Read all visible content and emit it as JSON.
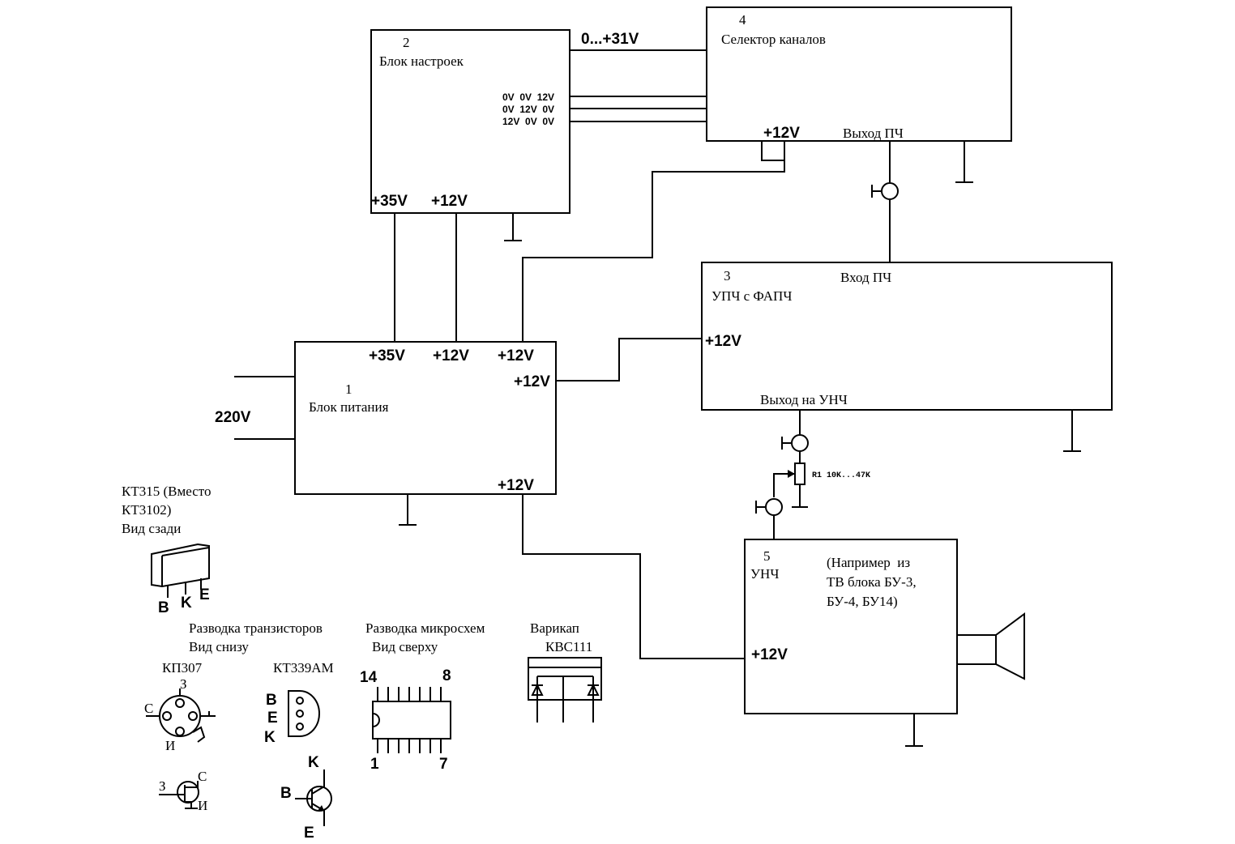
{
  "blocks": {
    "b1": {
      "num": "1",
      "title": "Блок питания",
      "v35": "+35V",
      "v12a": "+12V",
      "v12b": "+12V",
      "v12c": "+12V",
      "v12d": "+12V"
    },
    "b2": {
      "num": "2",
      "title": "Блок настроек",
      "v35": "+35V",
      "v12": "+12V",
      "row1": "0V  0V  12V",
      "row2": "0V  12V  0V",
      "row3": "12V  0V  0V"
    },
    "b3": {
      "num": "3",
      "title": "УПЧ с ФАПЧ",
      "input": "Вход ПЧ",
      "v12": "+12V",
      "output": "Выход на УНЧ"
    },
    "b4": {
      "num": "4",
      "title": "Селектор каналов",
      "v12": "+12V",
      "output": "Выход ПЧ"
    },
    "b5": {
      "num": "5",
      "title": "УНЧ",
      "note1": "(Например  из",
      "note2": "ТВ блока БУ-3,",
      "note3": "БУ-4, БУ14)",
      "v12": "+12V"
    }
  },
  "labels": {
    "tune_voltage": "0...+31V",
    "mains": "220V",
    "resistor": "R1 10K...47K"
  },
  "kt315": {
    "line1": "КТ315 (Вместо",
    "line2": "КТ3102)",
    "line3": "Вид сзади",
    "pin_b": "B",
    "pin_k": "K",
    "pin_e": "E"
  },
  "pinout_transistors": {
    "line1": "Разводка транзисторов",
    "line2": "Вид снизу"
  },
  "kp307": {
    "name": "КП307",
    "pin_z": "З",
    "pin_s": "С",
    "pin_i": "И",
    "sym_z": "З",
    "sym_s": "С",
    "sym_i": "И"
  },
  "kt339": {
    "name": "КТ339АМ",
    "pin_b": "B",
    "pin_e": "E",
    "pin_k": "K",
    "sym_k": "K",
    "sym_b": "B",
    "sym_e": "E"
  },
  "pinout_ic": {
    "line1": "Разводка микросхем",
    "line2": "Вид сверху",
    "pin14": "14",
    "pin8": "8",
    "pin1": "1",
    "pin7": "7"
  },
  "varicap": {
    "line1": "Варикап",
    "line2": "КВС111"
  }
}
